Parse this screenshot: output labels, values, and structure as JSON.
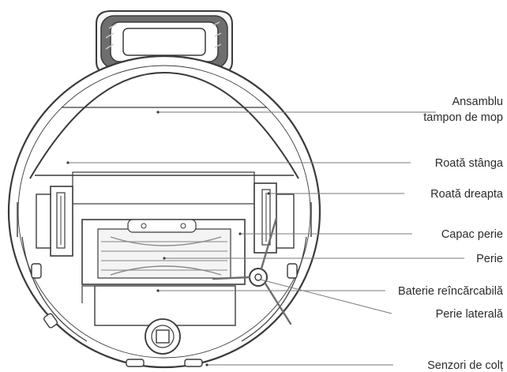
{
  "diagram": {
    "subject": "robot-vacuum-underside",
    "labels": {
      "mop_assembly_line1": "Ansamblu",
      "mop_assembly_line2": "tampon de mop",
      "left_wheel": "Roată stânga",
      "right_wheel": "Roată dreapta",
      "brush_cover": "Capac perie",
      "brush": "Perie",
      "battery": "Baterie reîncărcabilă",
      "side_brush": "Perie laterală",
      "cliff_sensors": "Senzori de colț"
    },
    "colors": {
      "stroke": "#3a3a3a",
      "leader": "#7a7a7a",
      "pad_dark": "#6e6e6e",
      "pad_light": "#c9c9c9",
      "text": "#2b2b2b"
    }
  }
}
